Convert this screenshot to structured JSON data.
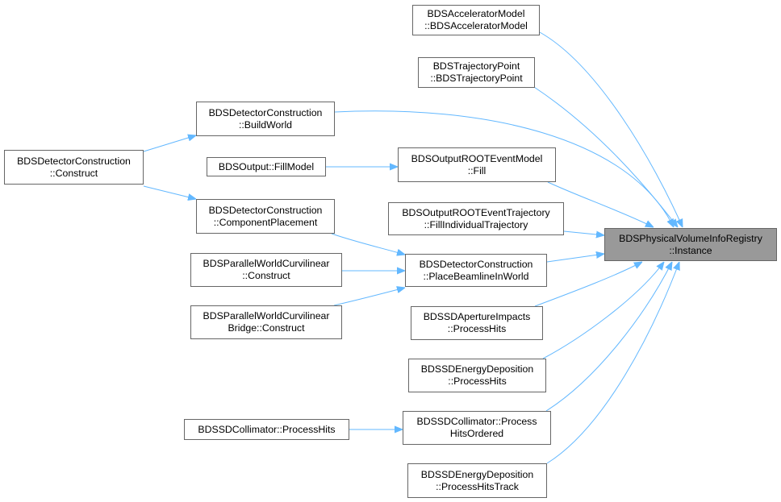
{
  "colors": {
    "edge": "#63b8ff",
    "node_border": "#666666",
    "target_fill": "#999999",
    "node_fill": "#ffffff"
  },
  "nodes": {
    "target": [
      "BDSPhysicalVolumeInfoRegistry",
      "::Instance"
    ],
    "accel": [
      "BDSAcceleratorModel",
      "::BDSAcceleratorModel"
    ],
    "traj": [
      "BDSTrajectoryPoint",
      "::BDSTrajectoryPoint"
    ],
    "build": [
      "BDSDetectorConstruction",
      "::BuildWorld"
    ],
    "construct": [
      "BDSDetectorConstruction",
      "::Construct"
    ],
    "fillmodel": [
      "BDSOutput::FillModel"
    ],
    "eventfill": [
      "BDSOutputROOTEventModel",
      "::Fill"
    ],
    "comp": [
      "BDSDetectorConstruction",
      "::ComponentPlacement"
    ],
    "fillind": [
      "BDSOutputROOTEventTrajectory",
      "::FillIndividualTrajectory"
    ],
    "pwcon": [
      "BDSParallelWorldCurvilinear",
      "::Construct"
    ],
    "place": [
      "BDSDetectorConstruction",
      "::PlaceBeamlineInWorld"
    ],
    "pwbridge": [
      "BDSParallelWorldCurvilinear",
      "Bridge::Construct"
    ],
    "aperture": [
      "BDSSDApertureImpacts",
      "::ProcessHits"
    ],
    "energy": [
      "BDSSDEnergyDeposition",
      "::ProcessHits"
    ],
    "collhits": [
      "BDSSDCollimator::ProcessHits"
    ],
    "collord": [
      "BDSSDCollimator::Process",
      "HitsOrdered"
    ],
    "energytrack": [
      "BDSSDEnergyDeposition",
      "::ProcessHitsTrack"
    ]
  }
}
